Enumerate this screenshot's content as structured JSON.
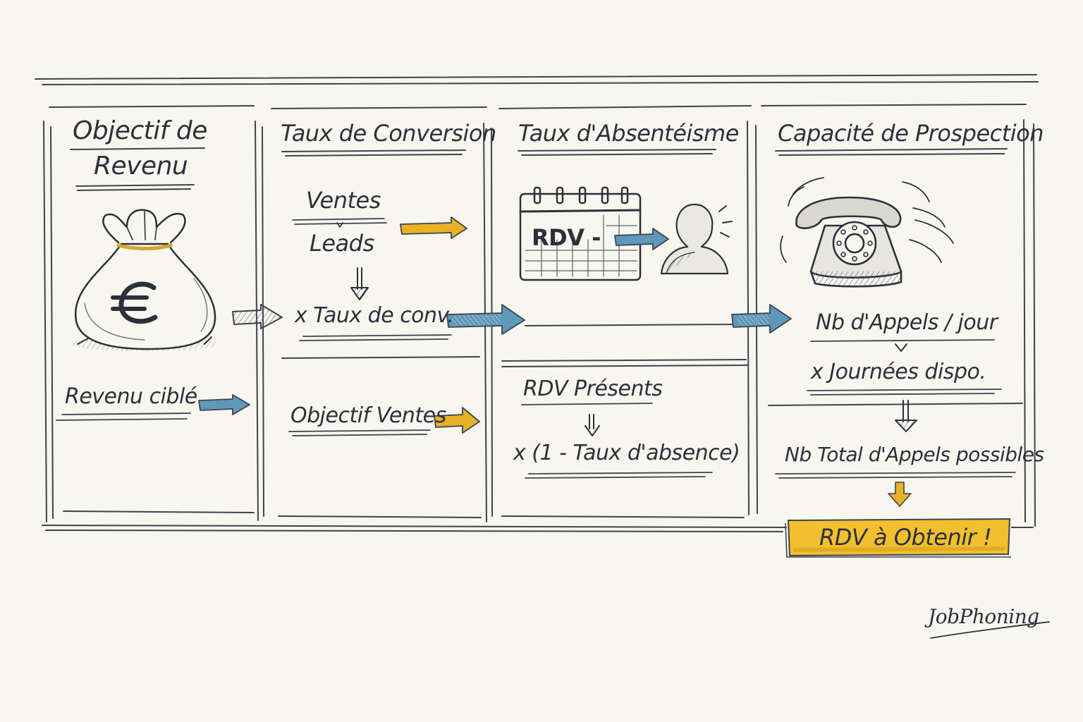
{
  "columns": [
    {
      "title_line1": "Objectif de",
      "title_line2": "Revenu",
      "icon": "money-bag-euro-icon",
      "item1": "Revenu ciblé"
    },
    {
      "title": "Taux de Conversion",
      "fraction_top": "Ventes",
      "fraction_bottom": "Leads",
      "item1": "x Taux de conv.",
      "item2": "Objectif Ventes"
    },
    {
      "title": "Taux d'Absentéisme",
      "icon": "calendar-icon",
      "calendar_text": "RDV -",
      "person_icon": "person-icon",
      "item1": "RDV Présents",
      "item2": "x (1 - Taux d'absence)"
    },
    {
      "title": "Capacité de Prospection",
      "icon": "telephone-icon",
      "item1": "Nb d'Appels / jour",
      "item2": "x Journées dispo.",
      "item3": "Nb Total d'Appels possibles"
    }
  ],
  "result": {
    "label": "RDV à Obtenir !"
  },
  "brand": {
    "name": "JobPhoning"
  },
  "colors": {
    "background": "#f7f6ef",
    "ink": "#2b303b",
    "arrow_blue": "#5f98b8",
    "arrow_yellow": "#e8b126",
    "highlight_yellow": "#f2bf2e"
  }
}
